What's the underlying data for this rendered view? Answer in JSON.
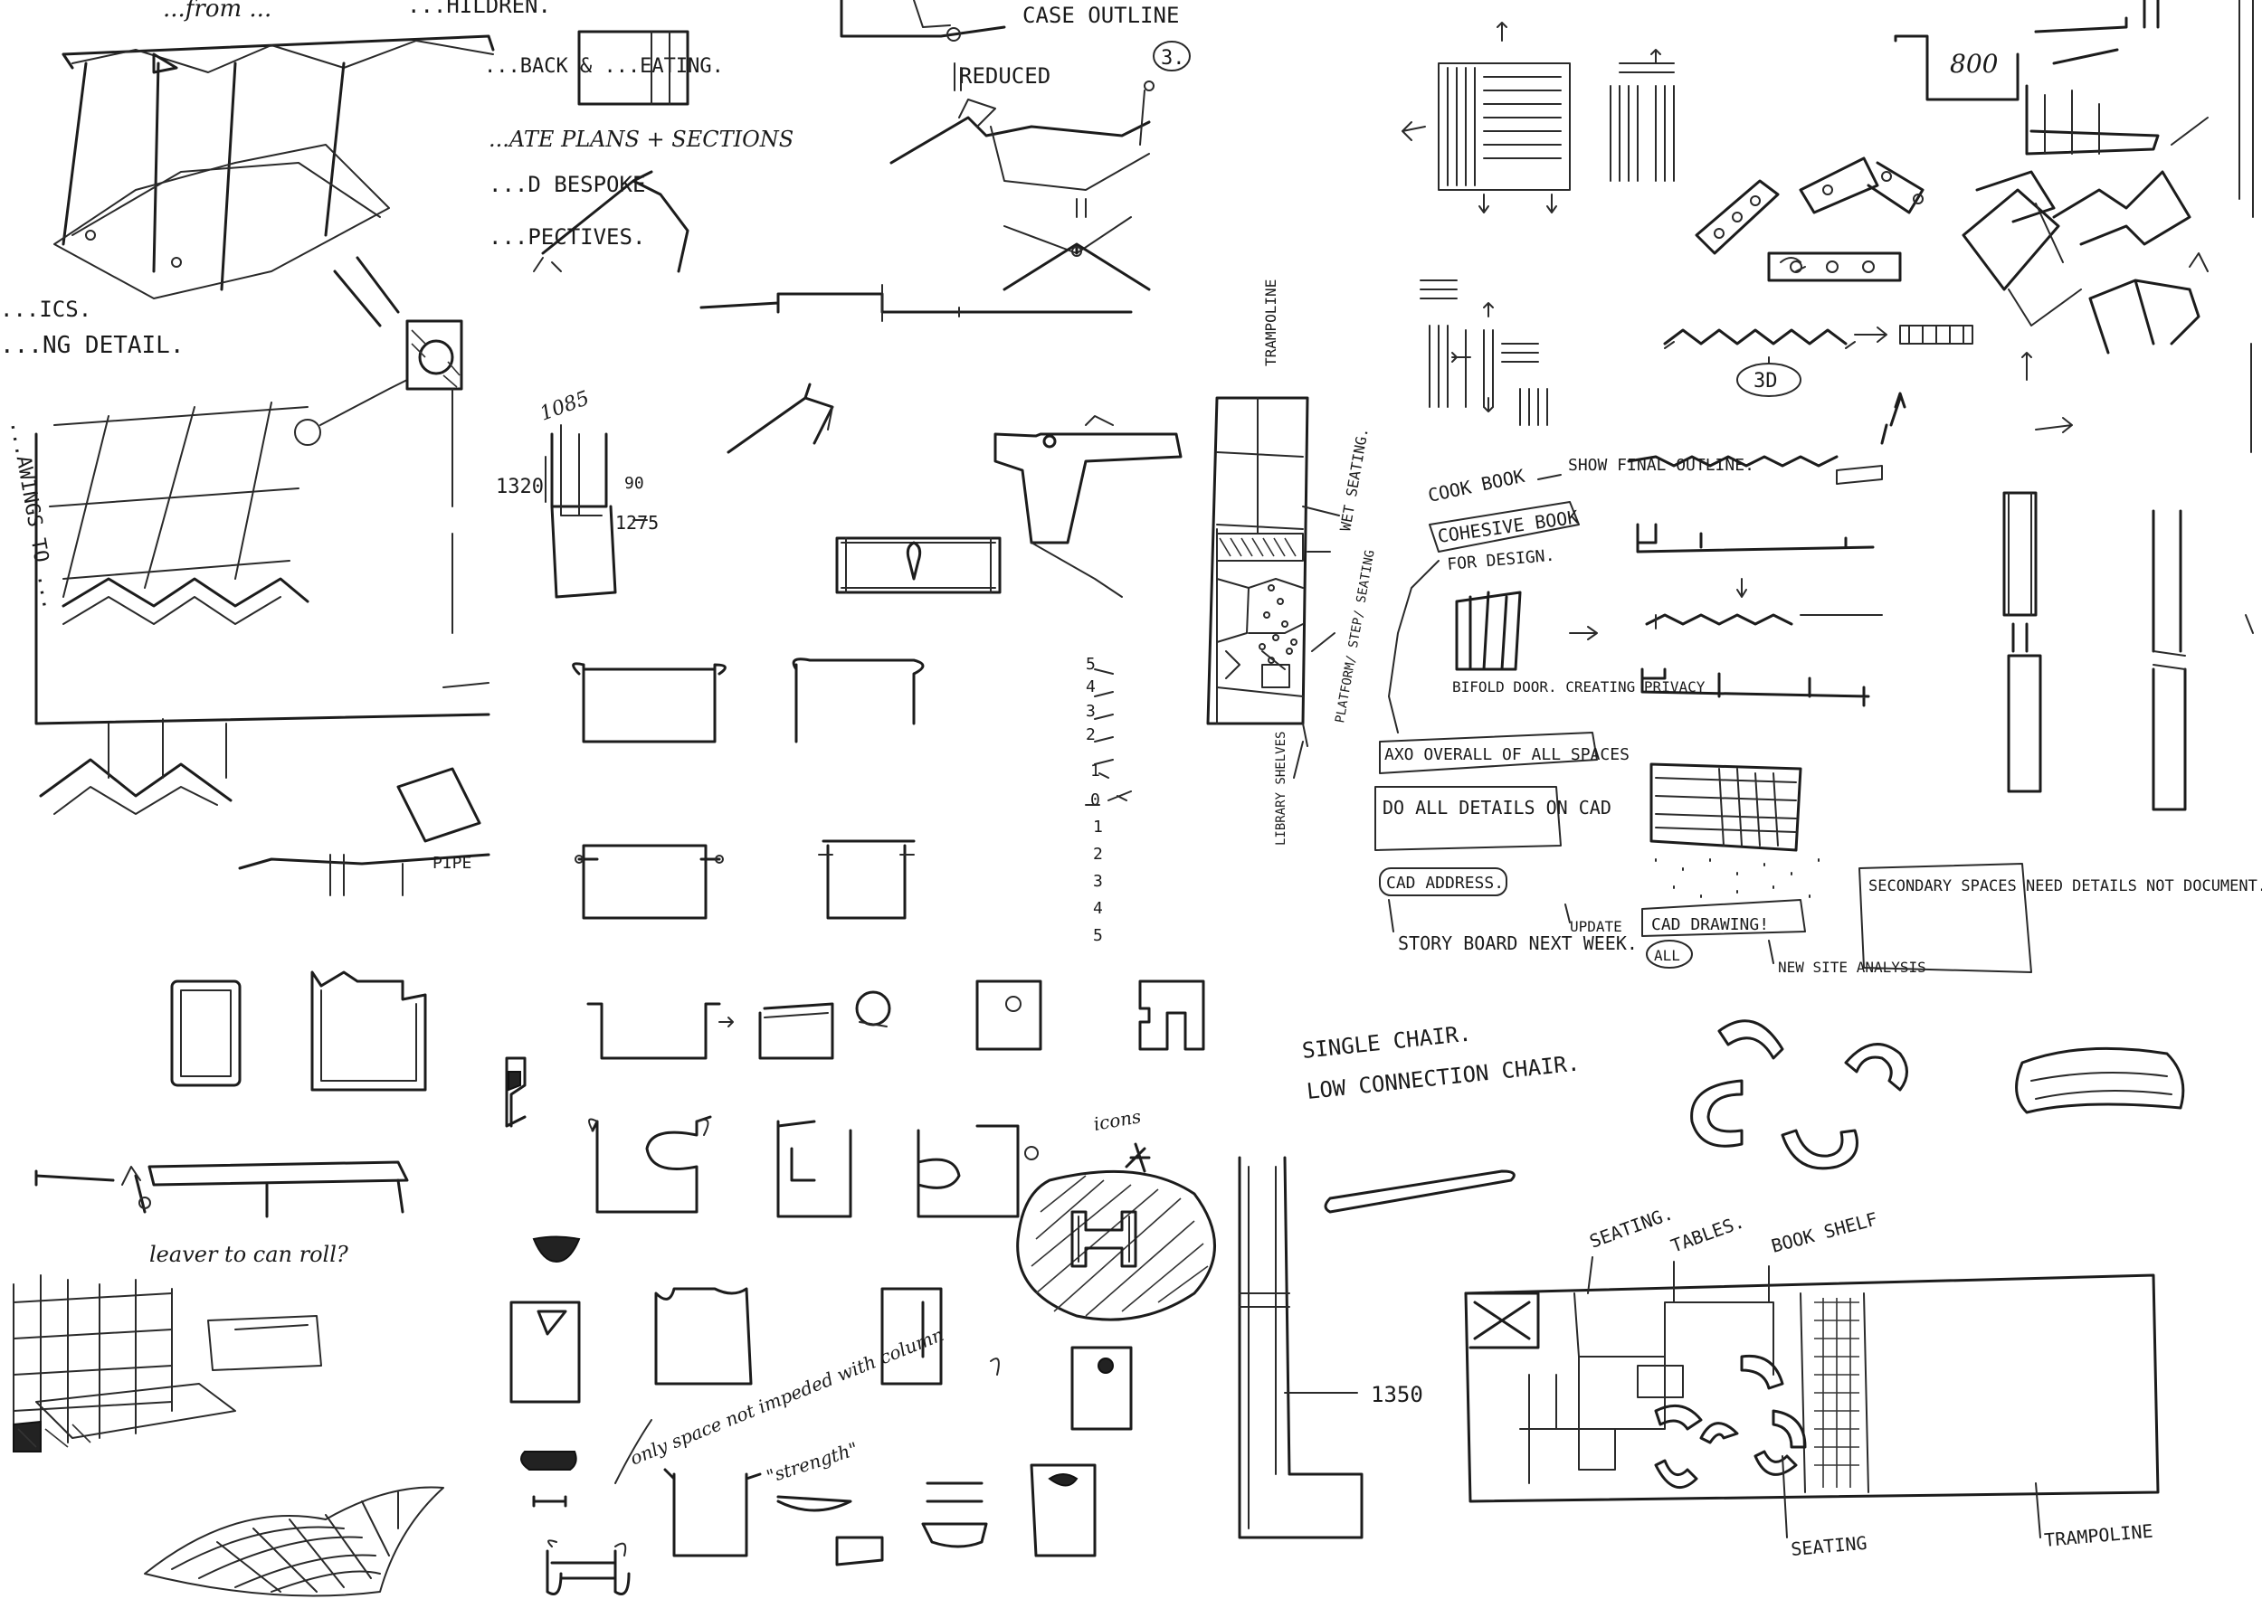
{
  "notes": {
    "top_a": "...from ...",
    "top_b": "...HILDREN.",
    "left_1": "...ICS.",
    "left_2": "...NG DETAIL.",
    "left_side": "...AWINGS TO ...",
    "top_mid_1": "...BACK & ...EATING.",
    "top_mid_2": "...ATE PLANS + SECTIONS",
    "top_mid_3": "...D BESPOKE",
    "top_mid_4": "...PECTIVES.",
    "case_outline": "CASE OUTLINE",
    "num_3": "3.",
    "reduced": "REDUCED",
    "dim_1085": "1085",
    "dim_1320": "1320",
    "dim_90": "90",
    "dim_1275": "1275",
    "pipe": "PIPE",
    "scale_marks": [
      "5",
      "4",
      "3",
      "2",
      "1",
      "0",
      "1",
      "2",
      "3",
      "4",
      "5"
    ],
    "trampoline_v": "TRAMPOLINE",
    "wet_seating": "WET SEATING.",
    "platform": "PLATFORM/ STEP/ SEATING",
    "library": "LIBRARY SHELVES",
    "num_800": "800",
    "num_3d": "3D",
    "cookbook": "COOK BOOK",
    "show_final": "SHOW FINAL OUTLINE.",
    "cohesive": "COHESIVE BOOK",
    "for_design": "FOR DESIGN.",
    "bifold": "BIFOLD DOOR. CREATING PRIVACY",
    "axo": "AXO OVERALL OF ALL SPACES",
    "do_all": "DO ALL DETAILS ON CAD",
    "cad_address": "CAD ADDRESS.",
    "storyboard": "STORY BOARD NEXT WEEK.",
    "update": "UPDATE",
    "cad_drawing": "CAD DRAWING!",
    "all": "ALL",
    "new_site": "NEW SITE ANALYSIS",
    "secondary": "SECONDARY SPACES NEED DETAILS NOT DOCUMENT.",
    "single_chair": "SINGLE CHAIR.",
    "low_conn": "LOW CONNECTION CHAIR.",
    "icons": "icons",
    "lever": "leaver to can roll?",
    "only_space": "only space not impeded with column",
    "strength": "\"strength\"",
    "num_1350": "1350",
    "seating_1": "SEATING.",
    "tables": "TABLES.",
    "bookshelf": "BOOK SHELF",
    "seating_2": "SEATING",
    "trampoline_h": "TRAMPOLINE"
  }
}
